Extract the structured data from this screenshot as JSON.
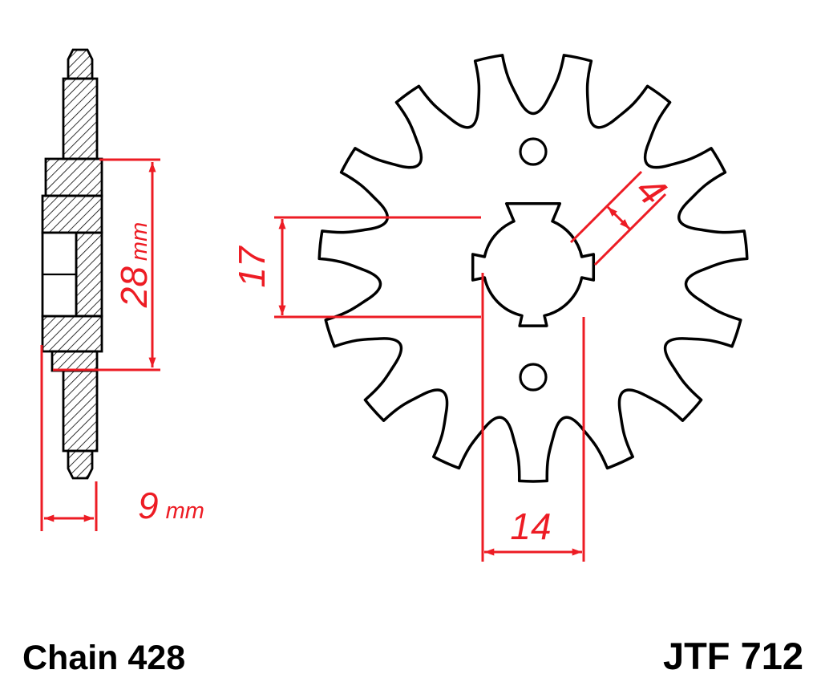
{
  "drawing": {
    "part_number": "JTF 712",
    "chain_label": "Chain 428",
    "dimensions": {
      "bore_height_mm": {
        "value": "17"
      },
      "bore_width_mm": {
        "value": "14"
      },
      "spline_width_mm": {
        "value": "4"
      },
      "hub_length_mm": {
        "value": "28",
        "unit": "mm"
      },
      "overall_width_mm": {
        "value": "9",
        "unit": "mm"
      }
    },
    "colors": {
      "dimension_red": "#ed1c24",
      "line_black": "#000000",
      "background": "#ffffff"
    }
  }
}
